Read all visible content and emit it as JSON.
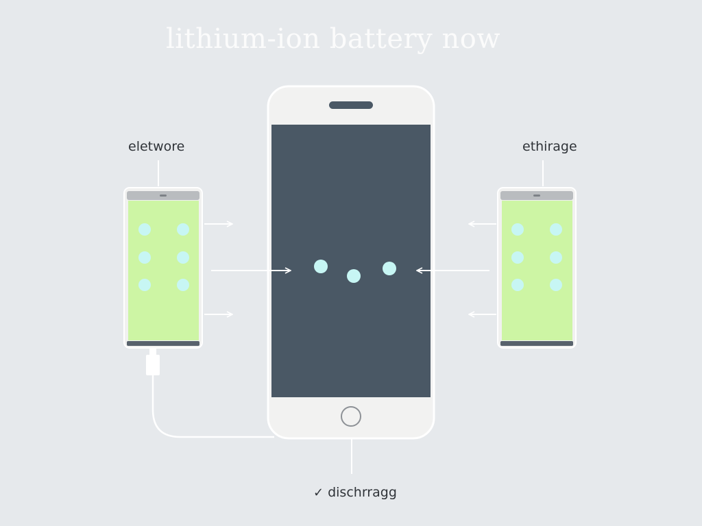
{
  "title": "lithium-ion battery now",
  "labels": {
    "left": "eletwore",
    "right": "ethirage",
    "bottom": "dischrragg"
  },
  "icons": {
    "bottom_marker": "check-icon",
    "bottom_marker_glyph": "✓"
  },
  "colors": {
    "background": "#e6e9ec",
    "phone_body": "#f2f2f1",
    "center_screen": "#4a5865",
    "battery_fill": "#cdf5a4",
    "ion": "#c7f6f4",
    "connector": "#ffffff",
    "text": "#2f3338"
  }
}
